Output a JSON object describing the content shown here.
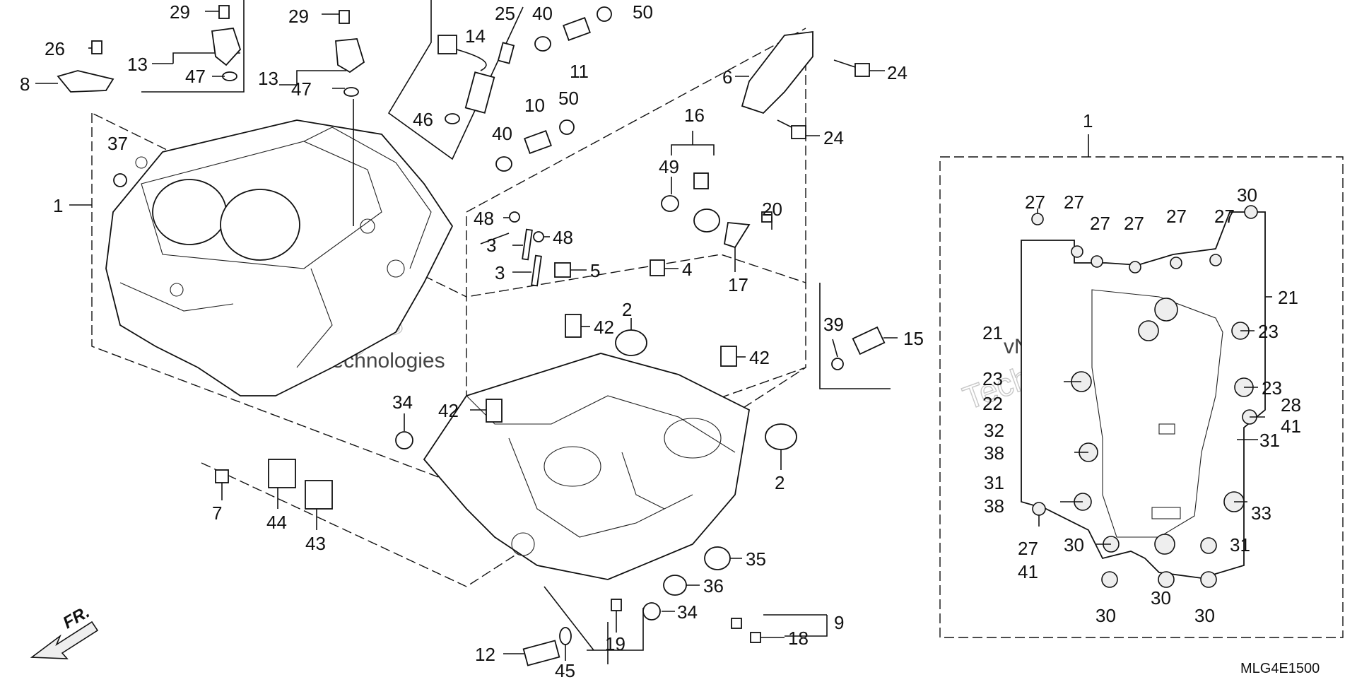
{
  "diagram": {
    "code": "MLG4E1500",
    "direction_label": "FR.",
    "watermark_lines": [
      "vNext",
      "Technologies"
    ],
    "watermark_inline": "vNext Technologies",
    "callouts_left": [
      "29",
      "26",
      "13",
      "47",
      "8",
      "29",
      "13",
      "47",
      "25",
      "40",
      "50",
      "14",
      "11",
      "46",
      "10",
      "50",
      "40",
      "37",
      "1",
      "6",
      "24",
      "24",
      "16",
      "49",
      "48",
      "48",
      "3",
      "3",
      "5",
      "4",
      "20",
      "17",
      "2",
      "42",
      "42",
      "42",
      "39",
      "15",
      "34",
      "7",
      "44",
      "43",
      "2",
      "35",
      "36",
      "34",
      "19",
      "12",
      "45",
      "18",
      "9"
    ],
    "callouts_right": [
      "1",
      "27",
      "27",
      "27",
      "27",
      "27",
      "27",
      "30",
      "21",
      "21",
      "23",
      "23",
      "23",
      "22",
      "28",
      "41",
      "32",
      "38",
      "31",
      "31",
      "38",
      "33",
      "27",
      "41",
      "30",
      "31",
      "30",
      "30",
      "30"
    ]
  }
}
